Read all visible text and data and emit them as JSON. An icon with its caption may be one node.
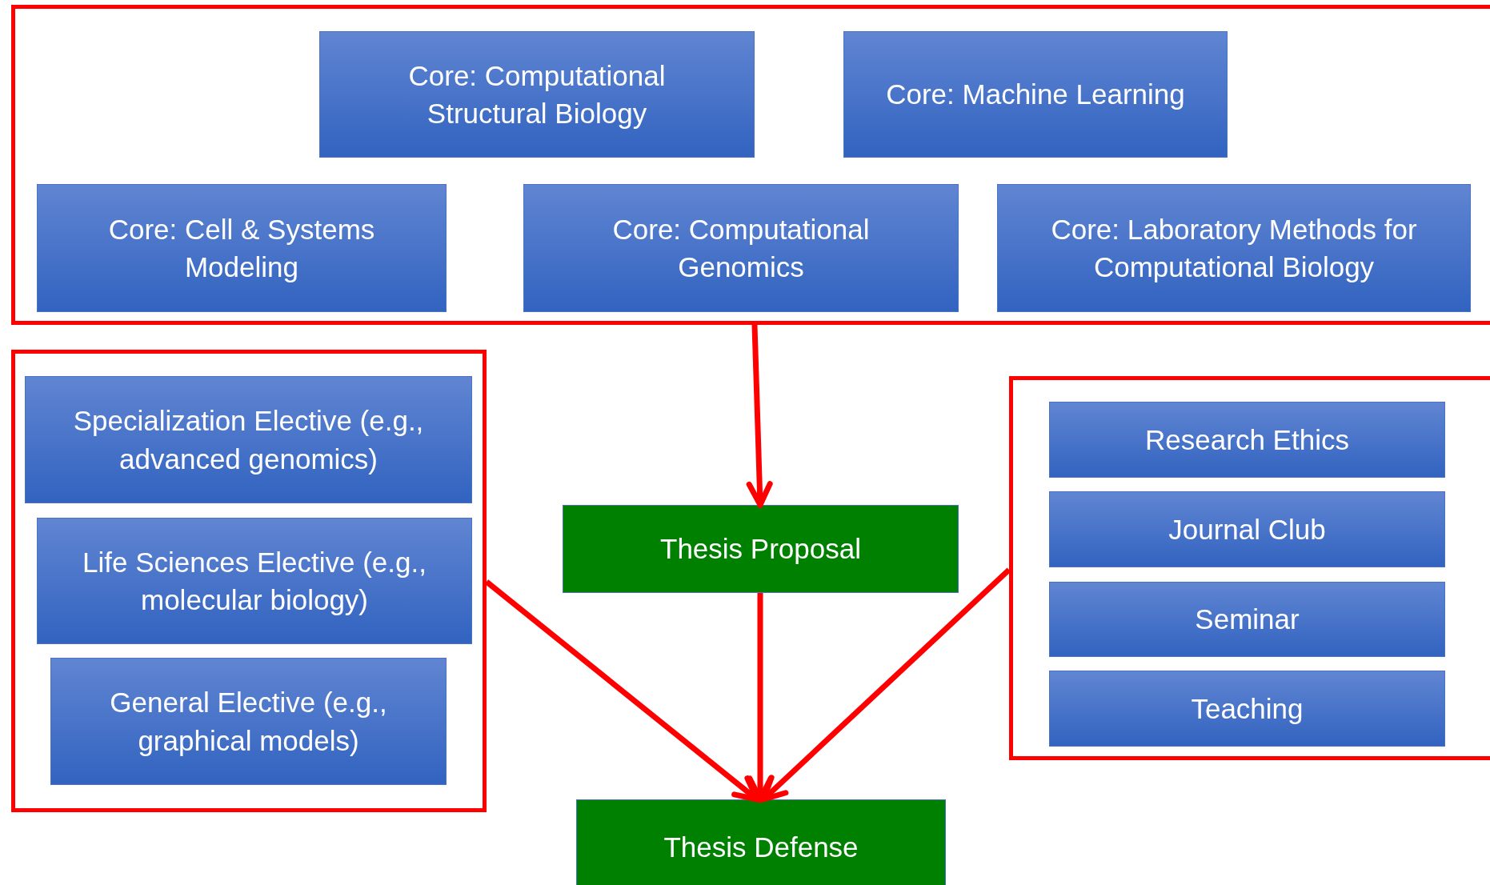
{
  "diagram": {
    "nodes": [
      {
        "text": [],
        "shape": "box"
      },
      {
        "text": [
          "Core: Computational Structural Biology"
        ],
        "in": 0
      },
      {
        "text": [
          "Core: Machine Learning"
        ],
        "in": 0
      },
      {
        "text": [
          "Core: Cell & Systems Modeling"
        ],
        "in": 0
      },
      {
        "text": [
          "Core: Computational Genomics"
        ],
        "in": 0
      },
      {
        "text": [
          "Core: Laboratory Methods for Computational Biology"
        ],
        "in": 0
      },
      {
        "text": [],
        "shape": "box"
      },
      {
        "text": [
          "Specialization Elective (e.g., advanced genomics)"
        ],
        "in": 6
      },
      {
        "text": [
          "Life Sciences Elective (e.g., molecular biology)"
        ],
        "in": 6
      },
      {
        "text": [
          "General Elective (e.g., graphical models)"
        ],
        "in": 6
      },
      {
        "text": [],
        "shape": "box"
      },
      {
        "text": [
          "Research Ethics"
        ],
        "in": 10
      },
      {
        "text": [
          "Journal Club"
        ],
        "in": 10
      },
      {
        "text": [
          "Seminar"
        ],
        "in": 10
      },
      {
        "text": [
          "Teaching"
        ],
        "in": 10
      },
      {
        "text": [
          "Thesis Proposal"
        ]
      },
      {
        "text": [
          "Thesis Defense"
        ]
      }
    ],
    "edges": [
      {
        "from": 0,
        "to": 15,
        "arrow": "to"
      },
      {
        "from": 15,
        "to": 16,
        "arrow": "to"
      },
      {
        "from": 6,
        "to": 16,
        "arrow": "to"
      },
      {
        "from": 10,
        "to": 16,
        "arrow": "to"
      }
    ]
  }
}
